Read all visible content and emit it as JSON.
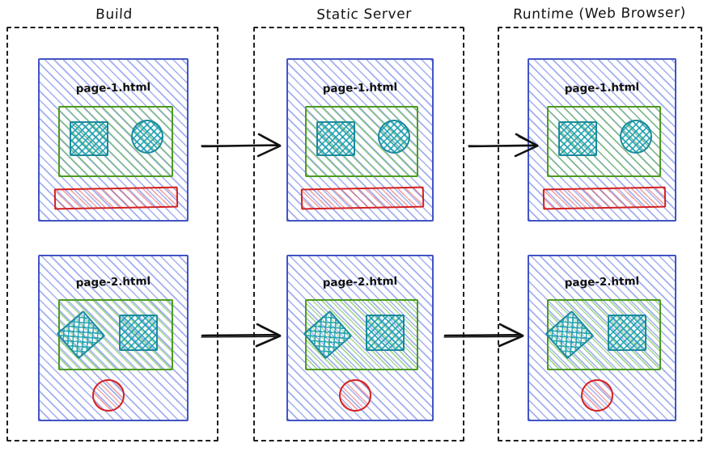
{
  "diagram": {
    "title": "Static site generation pipeline",
    "type": "flow-diagram",
    "colors": {
      "page_card_stroke": "#4254c5",
      "page_card_hatch": "#6078e6",
      "content_box_stroke": "#4d9b20",
      "content_box_hatch": "#5ab937",
      "asset_shape_stroke": "#1b8a9c",
      "asset_shape_hatch": "#18a0af",
      "script_shape_stroke": "#d32020",
      "script_shape_hatch": "#e04646",
      "lane_border": "#1f1f1f",
      "text": "#101010",
      "background": "#ffffff"
    }
  },
  "columns": [
    {
      "id": "build",
      "title": "Build"
    },
    {
      "id": "static-server",
      "title": "Static Server"
    },
    {
      "id": "runtime",
      "title": "Runtime (Web Browser)"
    }
  ],
  "pages": [
    {
      "id": "page-1",
      "label": "page-1.html"
    },
    {
      "id": "page-2",
      "label": "page-2.html"
    }
  ],
  "shapes": {
    "page1": {
      "square_label": "teal-square",
      "circle_label": "teal-circle",
      "bar_label": "red-bar"
    },
    "page2": {
      "diamond_label": "teal-diamond",
      "square_label": "teal-square",
      "circle_label": "red-circle"
    }
  },
  "arrows": [
    {
      "id": "build-to-server-top",
      "from": "build",
      "to": "static-server",
      "row": "page-1"
    },
    {
      "id": "server-to-runtime-top",
      "from": "static-server",
      "to": "runtime",
      "row": "page-1"
    },
    {
      "id": "build-to-server-bottom",
      "from": "build",
      "to": "static-server",
      "row": "page-2"
    },
    {
      "id": "server-to-runtime-bottom",
      "from": "static-server",
      "to": "runtime",
      "row": "page-2"
    }
  ]
}
